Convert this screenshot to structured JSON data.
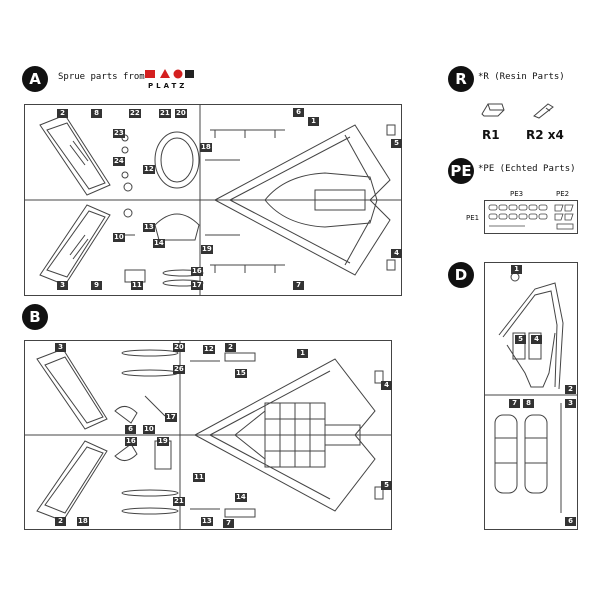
{
  "sections": {
    "a": {
      "badge": "A",
      "caption": "Sprue parts from",
      "logo_word": "PLATZ",
      "numbers": [
        "2",
        "8",
        "6",
        "1",
        "5",
        "3",
        "9",
        "7",
        "4",
        "22",
        "21",
        "20",
        "23",
        "24",
        "12",
        "18",
        "13",
        "14",
        "10",
        "11",
        "16",
        "17",
        "19"
      ]
    },
    "r": {
      "badge": "R",
      "caption": "*R (Resin Parts)",
      "part1": "R1",
      "part2": "R2 x4"
    },
    "pe": {
      "badge": "PE",
      "caption": "*PE (Echted Parts)",
      "label_pe1": "PE1",
      "label_pe2": "PE2",
      "label_pe3": "PE3"
    },
    "b": {
      "badge": "B",
      "numbers": [
        "3",
        "20",
        "12",
        "2",
        "1",
        "4",
        "26",
        "15",
        "6",
        "10",
        "17",
        "11",
        "13",
        "14",
        "5",
        "2",
        "18",
        "21",
        "7",
        "16",
        "19"
      ]
    },
    "d": {
      "badge": "D",
      "numbers": [
        "1",
        "5",
        "4",
        "2",
        "7",
        "8",
        "3",
        "6"
      ]
    }
  },
  "colors": {
    "logo_red": "#d42020",
    "logo_dark": "#222222",
    "line": "#444444"
  }
}
